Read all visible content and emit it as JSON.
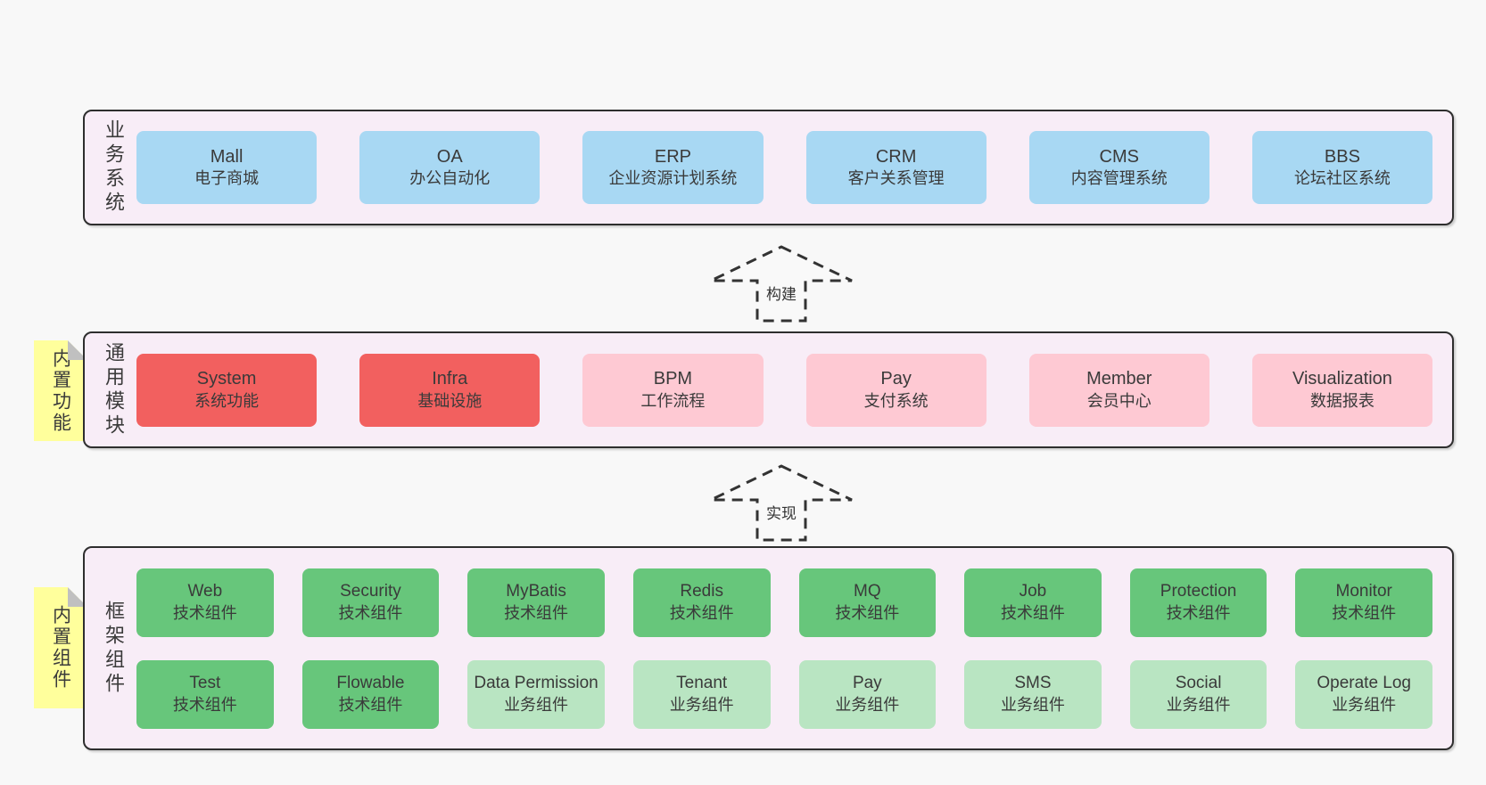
{
  "colors": {
    "page_bg": "#f8f8f8",
    "layer_bg": "#f8edf7",
    "layer_border": "#2e2e2e",
    "blue_box": "#a8d8f3",
    "red_box": "#f2605f",
    "pink_box": "#fec9d3",
    "green_box": "#67c67b",
    "lightgreen_box": "#b9e5c2",
    "note_yellow": "#ffff9c",
    "note_fold_gray": "#c0c0c0",
    "text": "#3a3a3a"
  },
  "layer1": {
    "label": "业务系统",
    "boxes": [
      {
        "name": "Mall",
        "sub": "电子商城"
      },
      {
        "name": "OA",
        "sub": "办公自动化"
      },
      {
        "name": "ERP",
        "sub": "企业资源计划系统"
      },
      {
        "name": "CRM",
        "sub": "客户关系管理"
      },
      {
        "name": "CMS",
        "sub": "内容管理系统"
      },
      {
        "name": "BBS",
        "sub": "论坛社区系统"
      }
    ]
  },
  "arrow1": {
    "label": "构建"
  },
  "layer2": {
    "note": "内置功能",
    "label": "通用模块",
    "boxes": [
      {
        "name": "System",
        "sub": "系统功能"
      },
      {
        "name": "Infra",
        "sub": "基础设施"
      },
      {
        "name": "BPM",
        "sub": "工作流程"
      },
      {
        "name": "Pay",
        "sub": "支付系统"
      },
      {
        "name": "Member",
        "sub": "会员中心"
      },
      {
        "name": "Visualization",
        "sub": "数据报表"
      }
    ]
  },
  "arrow2": {
    "label": "实现"
  },
  "layer3": {
    "note": "内置组件",
    "label": "框架组件",
    "row1": [
      {
        "name": "Web",
        "sub": "技术组件"
      },
      {
        "name": "Security",
        "sub": "技术组件"
      },
      {
        "name": "MyBatis",
        "sub": "技术组件"
      },
      {
        "name": "Redis",
        "sub": "技术组件"
      },
      {
        "name": "MQ",
        "sub": "技术组件"
      },
      {
        "name": "Job",
        "sub": "技术组件"
      },
      {
        "name": "Protection",
        "sub": "技术组件"
      },
      {
        "name": "Monitor",
        "sub": "技术组件"
      }
    ],
    "row2": [
      {
        "name": "Test",
        "sub": "技术组件"
      },
      {
        "name": "Flowable",
        "sub": "技术组件"
      },
      {
        "name": "Data Permission",
        "sub": "业务组件"
      },
      {
        "name": "Tenant",
        "sub": "业务组件"
      },
      {
        "name": "Pay",
        "sub": "业务组件"
      },
      {
        "name": "SMS",
        "sub": "业务组件"
      },
      {
        "name": "Social",
        "sub": "业务组件"
      },
      {
        "name": "Operate Log",
        "sub": "业务组件"
      }
    ]
  }
}
